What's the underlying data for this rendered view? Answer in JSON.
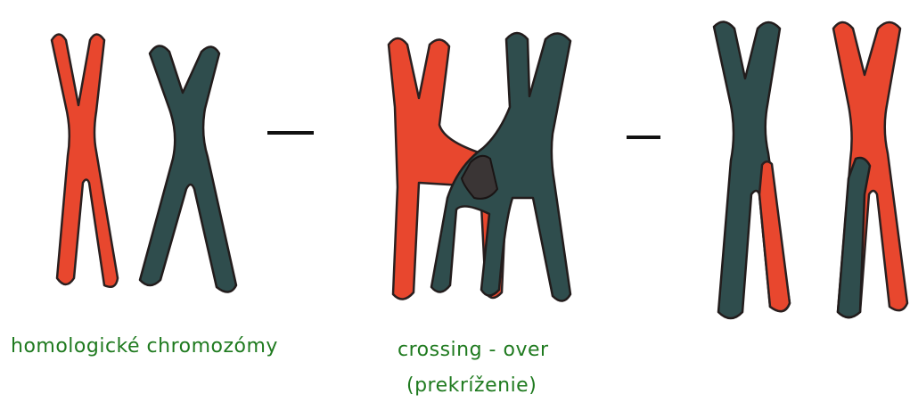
{
  "labels": {
    "homologous": "homologické chromozómy",
    "crossing_line1": "crossing - over",
    "crossing_line2": "(prekríženie)"
  },
  "colors": {
    "red": "#e8472e",
    "teal": "#2f4d4d",
    "outline": "#2a2020",
    "overlap": "#3a3535",
    "label": "#1f7a1f"
  }
}
